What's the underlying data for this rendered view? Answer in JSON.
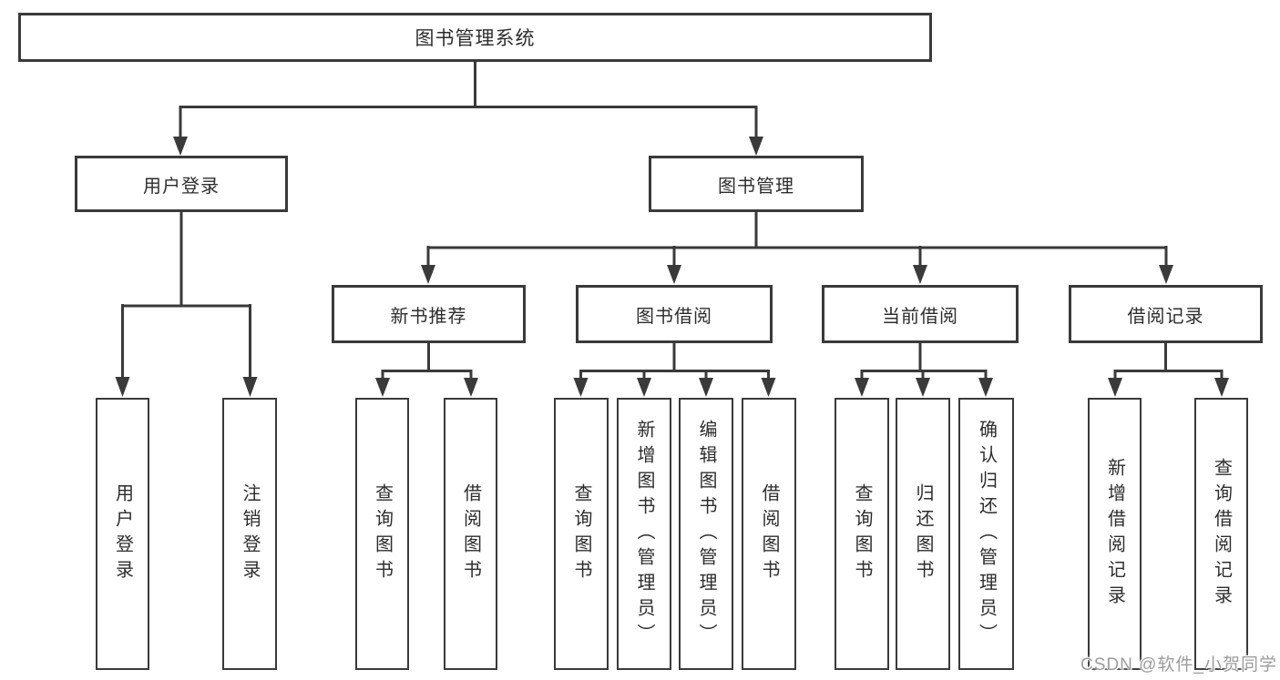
{
  "page": {
    "background": "#ffffff",
    "line_color": "#3a3a3a",
    "text_color": "#2d2d2d"
  },
  "tree": {
    "root": "图书管理系统",
    "branches": [
      {
        "label": "用户登录",
        "children": [
          "用户登录",
          "注销登录"
        ]
      },
      {
        "label": "图书管理",
        "groups": [
          {
            "label": "新书推荐",
            "children": [
              "查询图书",
              "借阅图书"
            ]
          },
          {
            "label": "图书借阅",
            "children": [
              "查询图书",
              "新增图书（管理员）",
              "编辑图书（管理员）",
              "借阅图书"
            ]
          },
          {
            "label": "当前借阅",
            "children": [
              "查询图书",
              "归还图书",
              "确认归还（管理员）"
            ]
          },
          {
            "label": "借阅记录",
            "children": [
              "新增借阅记录",
              "查询借阅记录"
            ]
          }
        ]
      }
    ]
  },
  "watermark": "CSDN @软件_小贺同学"
}
